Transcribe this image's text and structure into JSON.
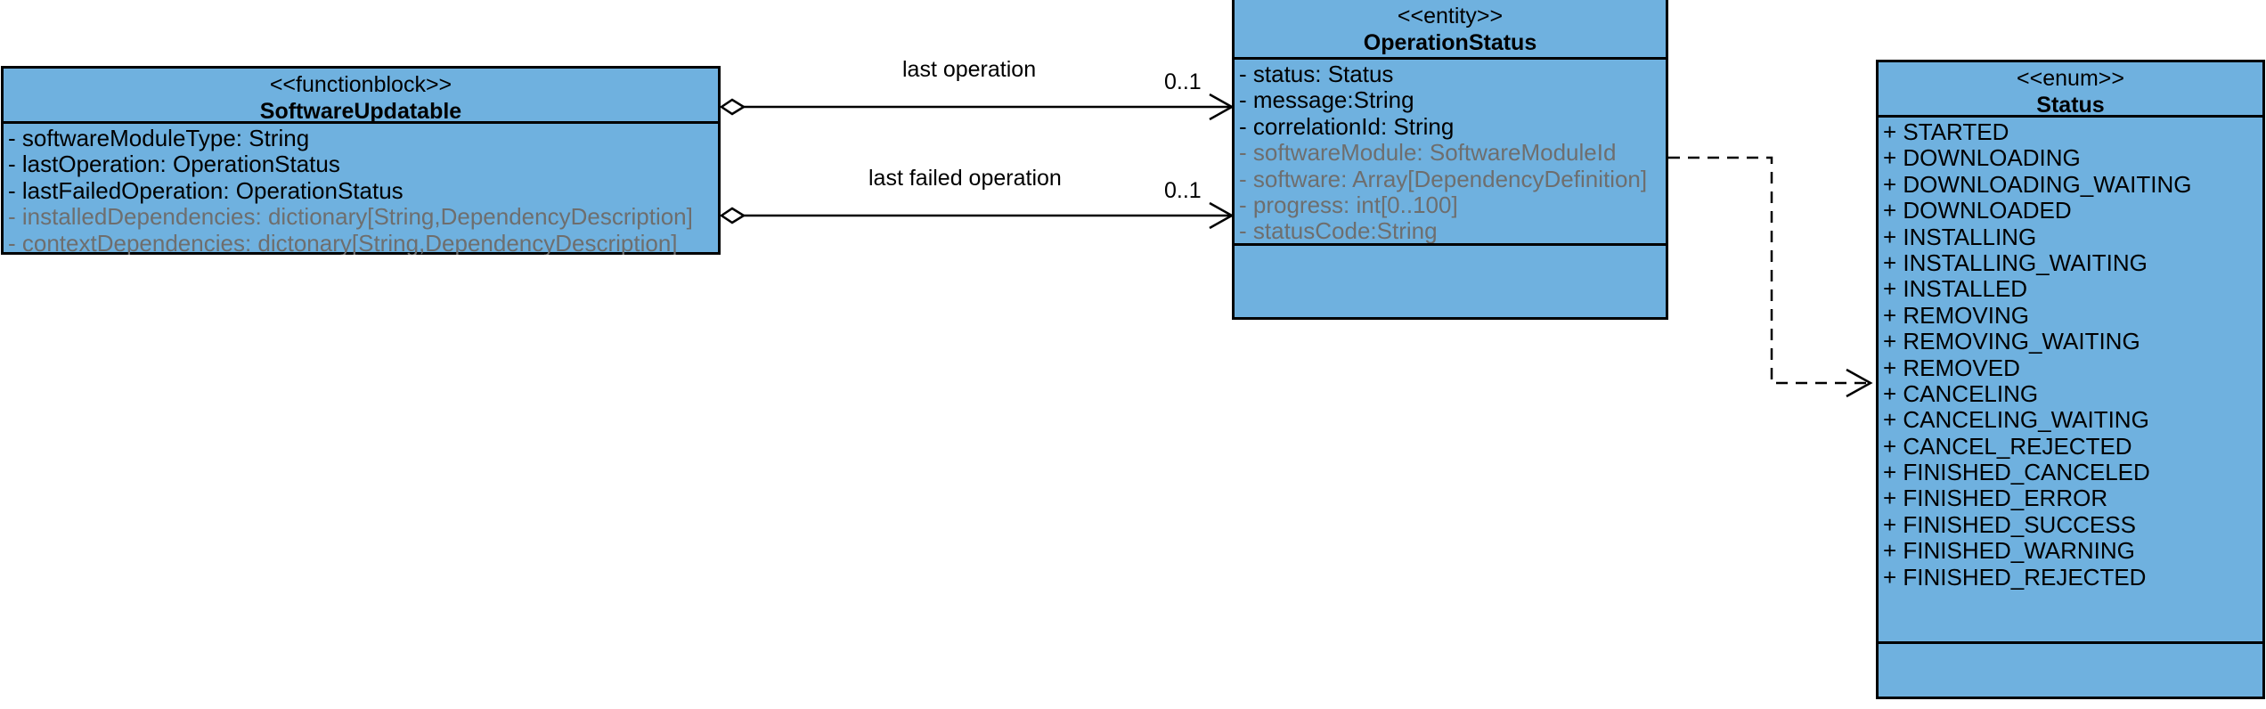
{
  "diagram": {
    "title": "SoftwareUpdatable / OperationStatus / Status UML class diagram",
    "fill_color": "#6FB1DF",
    "border_color": "#000000",
    "muted_text_color": "#6E6E6E",
    "text_color": "#000000"
  },
  "classes": {
    "software_updatable": {
      "stereotype": "<<functionblock>>",
      "name": "SoftwareUpdatable",
      "attributes": [
        {
          "text": "- softwareModuleType: String",
          "muted": false
        },
        {
          "text": "- lastOperation: OperationStatus",
          "muted": false
        },
        {
          "text": "- lastFailedOperation: OperationStatus",
          "muted": false
        },
        {
          "text": "- installedDependencies: dictionary[String,DependencyDescription]",
          "muted": true
        },
        {
          "text": "- contextDependencies: dictonary[String,DependencyDescription]",
          "muted": true
        }
      ]
    },
    "operation_status": {
      "stereotype": "<<entity>>",
      "name": "OperationStatus",
      "attributes": [
        {
          "text": "- status: Status",
          "muted": false
        },
        {
          "text": "- message:String",
          "muted": false
        },
        {
          "text": "- correlationId: String",
          "muted": false
        },
        {
          "text": "- softwareModule: SoftwareModuleId",
          "muted": true
        },
        {
          "text": "- software: Array[DependencyDefinition]",
          "muted": true
        },
        {
          "text": "- progress: int[0..100]",
          "muted": true
        },
        {
          "text": "- statusCode:String",
          "muted": true
        }
      ],
      "operations": []
    },
    "status_enum": {
      "stereotype": "<<enum>>",
      "name": "Status",
      "literals": [
        {
          "text": "+ STARTED",
          "muted": false
        },
        {
          "text": "+ DOWNLOADING",
          "muted": false
        },
        {
          "text": "+ DOWNLOADING_WAITING",
          "muted": false
        },
        {
          "text": "+ DOWNLOADED",
          "muted": false
        },
        {
          "text": "+ INSTALLING",
          "muted": false
        },
        {
          "text": "+ INSTALLING_WAITING",
          "muted": false
        },
        {
          "text": "+ INSTALLED",
          "muted": false
        },
        {
          "text": "+ REMOVING",
          "muted": false
        },
        {
          "text": "+ REMOVING_WAITING",
          "muted": false
        },
        {
          "text": "+ REMOVED",
          "muted": false
        },
        {
          "text": "+ CANCELING",
          "muted": false
        },
        {
          "text": "+ CANCELING_WAITING",
          "muted": false
        },
        {
          "text": "+ CANCEL_REJECTED",
          "muted": false
        },
        {
          "text": "+ FINISHED_CANCELED",
          "muted": false
        },
        {
          "text": "+ FINISHED_ERROR",
          "muted": false
        },
        {
          "text": "+ FINISHED_SUCCESS",
          "muted": false
        },
        {
          "text": "+ FINISHED_WARNING",
          "muted": false
        },
        {
          "text": "+ FINISHED_REJECTED",
          "muted": false
        }
      ],
      "operations": []
    }
  },
  "associations": {
    "last_operation": {
      "label": "last operation",
      "target_multiplicity": "0..1",
      "kind": "aggregation"
    },
    "last_failed_operation": {
      "label": "last failed operation",
      "target_multiplicity": "0..1",
      "kind": "aggregation"
    },
    "status_dependency": {
      "label": "",
      "kind": "dependency"
    }
  }
}
